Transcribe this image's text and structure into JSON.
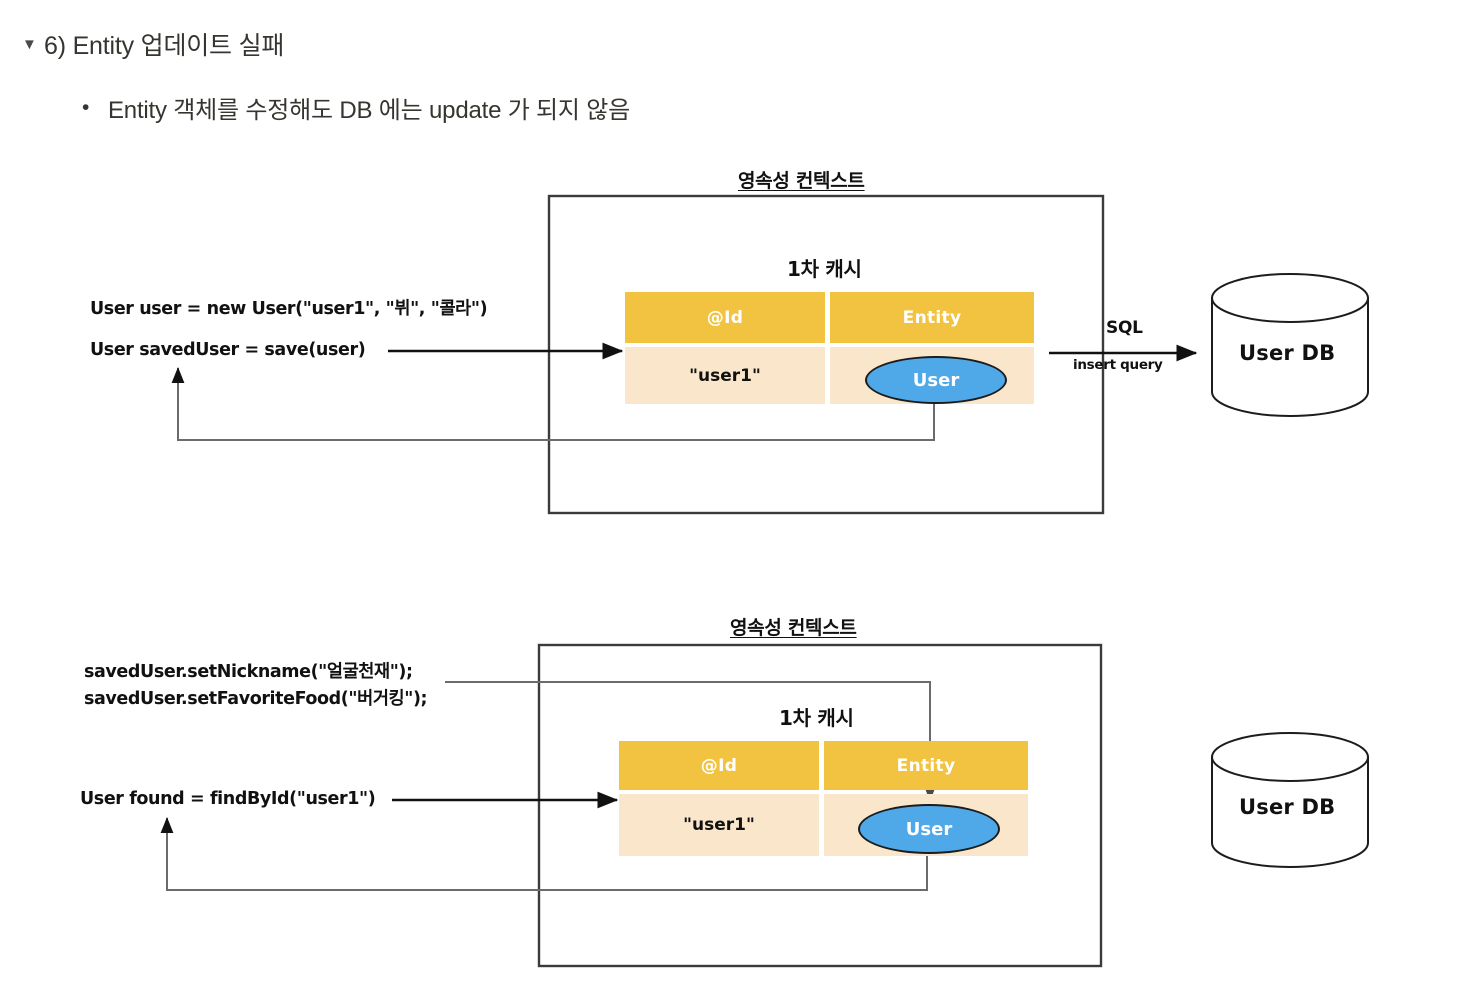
{
  "outline": {
    "caret": "▼",
    "heading": "6) Entity 업데이트 실패",
    "bullet_marker": "•",
    "bullet": "Entity 객체를 수정해도 DB 에는 update 가 되지 않음"
  },
  "colors": {
    "table_header": "#F2C341",
    "table_cell": "#FAE7CB",
    "entity_fill": "#4FA9E8",
    "stroke": "#3b3b3b",
    "text": "#111111"
  },
  "diagram1": {
    "context_title": "영속성 컨텍스트",
    "cache_title": "1차 캐시",
    "table": {
      "headers": [
        "@Id",
        "Entity"
      ],
      "rows": [
        [
          "\"user1\"",
          "User"
        ]
      ]
    },
    "code": [
      "User user = new User(\"user1\", \"뷔\", \"콜라\")",
      "User savedUser =  save(user)"
    ],
    "sql_label": "SQL",
    "sql_sublabel": "insert query",
    "db_label": "User DB"
  },
  "diagram2": {
    "context_title": "영속성 컨텍스트",
    "cache_title": "1차 캐시",
    "table": {
      "headers": [
        "@Id",
        "Entity"
      ],
      "rows": [
        [
          "\"user1\"",
          "User"
        ]
      ]
    },
    "code": [
      "savedUser.setNickname(\"얼굴천재\");",
      "savedUser.setFavoriteFood(\"버거킹\");",
      "User found =  findById(\"user1\")"
    ],
    "db_label": "User DB"
  }
}
